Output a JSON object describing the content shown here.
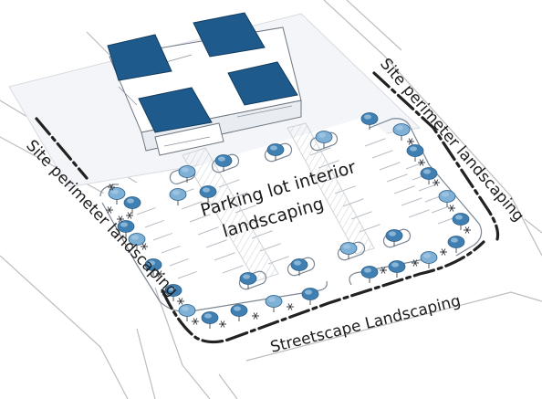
{
  "labels": {
    "parking_interior_line1": "Parking lot interior",
    "parking_interior_line2": "landscaping",
    "site_perimeter_left": "Site perimeter landscaping",
    "site_perimeter_right": "Site perimeter landscaping",
    "streetscape": "Streetscape Landscaping"
  },
  "colors": {
    "roof": "#1f5a8c",
    "roof_dark": "#184a74",
    "tree": "#3f7fb2",
    "tree_light": "#7fb0d6",
    "street_border": "#222222",
    "pavement": "#f4f6f9",
    "street_line": "#bdbdbd"
  }
}
